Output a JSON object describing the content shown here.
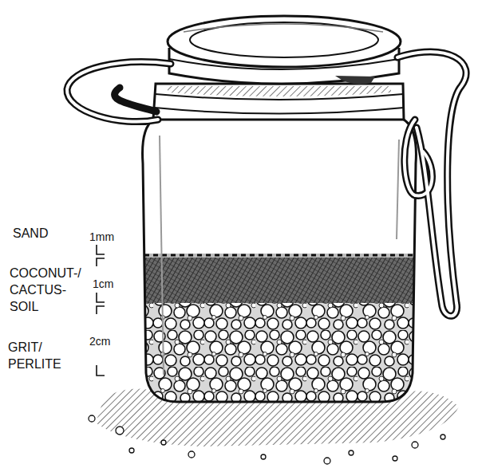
{
  "diagram": {
    "labels": [
      "SAND",
      "1mm",
      "COCONUT-/ CACTUS- SOIL",
      "1cm",
      "GRIT/ PERLITE",
      "2cm"
    ]
  }
}
